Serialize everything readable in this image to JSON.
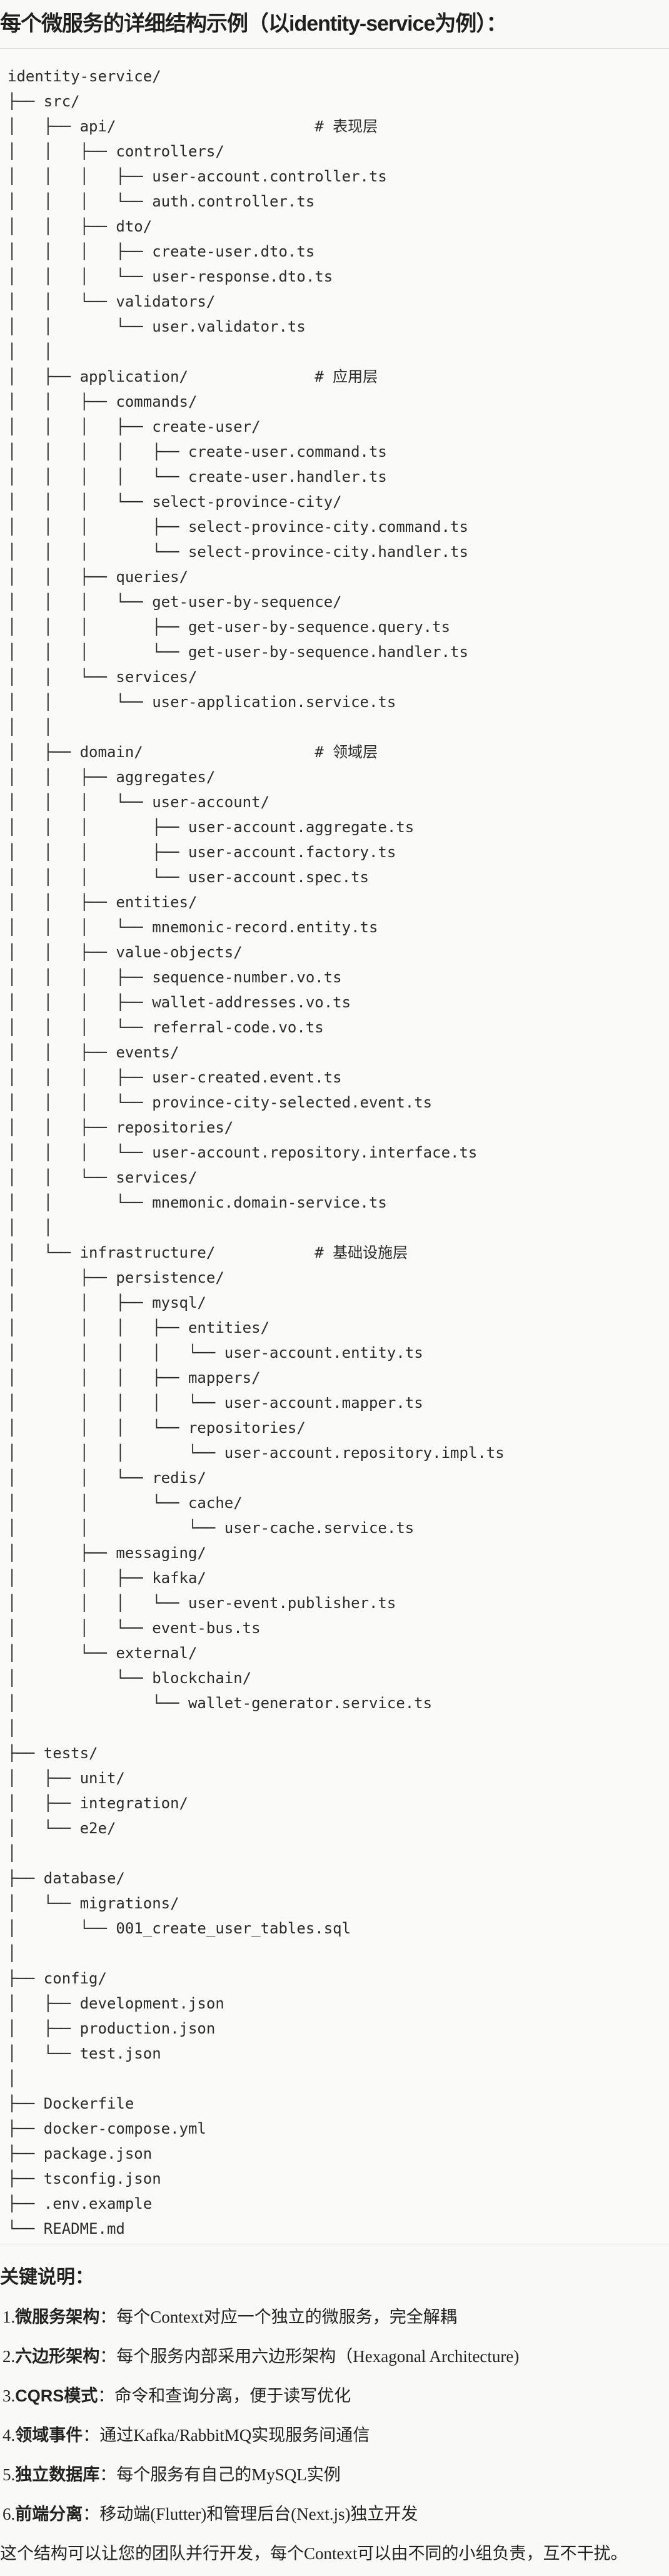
{
  "title": "每个微服务的详细结构示例（以identity-service为例）：",
  "tree_lines": [
    "identity-service/",
    "├── src/",
    "│   ├── api/                      # 表现层",
    "│   │   ├── controllers/",
    "│   │   │   ├── user-account.controller.ts",
    "│   │   │   └── auth.controller.ts",
    "│   │   ├── dto/",
    "│   │   │   ├── create-user.dto.ts",
    "│   │   │   └── user-response.dto.ts",
    "│   │   └── validators/",
    "│   │       └── user.validator.ts",
    "│   │",
    "│   ├── application/              # 应用层",
    "│   │   ├── commands/",
    "│   │   │   ├── create-user/",
    "│   │   │   │   ├── create-user.command.ts",
    "│   │   │   │   └── create-user.handler.ts",
    "│   │   │   └── select-province-city/",
    "│   │   │       ├── select-province-city.command.ts",
    "│   │   │       └── select-province-city.handler.ts",
    "│   │   ├── queries/",
    "│   │   │   └── get-user-by-sequence/",
    "│   │   │       ├── get-user-by-sequence.query.ts",
    "│   │   │       └── get-user-by-sequence.handler.ts",
    "│   │   └── services/",
    "│   │       └── user-application.service.ts",
    "│   │",
    "│   ├── domain/                   # 领域层",
    "│   │   ├── aggregates/",
    "│   │   │   └── user-account/",
    "│   │   │       ├── user-account.aggregate.ts",
    "│   │   │       ├── user-account.factory.ts",
    "│   │   │       └── user-account.spec.ts",
    "│   │   ├── entities/",
    "│   │   │   └── mnemonic-record.entity.ts",
    "│   │   ├── value-objects/",
    "│   │   │   ├── sequence-number.vo.ts",
    "│   │   │   ├── wallet-addresses.vo.ts",
    "│   │   │   └── referral-code.vo.ts",
    "│   │   ├── events/",
    "│   │   │   ├── user-created.event.ts",
    "│   │   │   └── province-city-selected.event.ts",
    "│   │   ├── repositories/",
    "│   │   │   └── user-account.repository.interface.ts",
    "│   │   └── services/",
    "│   │       └── mnemonic.domain-service.ts",
    "│   │",
    "│   └── infrastructure/           # 基础设施层",
    "│       ├── persistence/",
    "│       │   ├── mysql/",
    "│       │   │   ├── entities/",
    "│       │   │   │   └── user-account.entity.ts",
    "│       │   │   ├── mappers/",
    "│       │   │   │   └── user-account.mapper.ts",
    "│       │   │   └── repositories/",
    "│       │   │       └── user-account.repository.impl.ts",
    "│       │   └── redis/",
    "│       │       └── cache/",
    "│       │           └── user-cache.service.ts",
    "│       ├── messaging/",
    "│       │   ├── kafka/",
    "│       │   │   └── user-event.publisher.ts",
    "│       │   └── event-bus.ts",
    "│       └── external/",
    "│           └── blockchain/",
    "│               └── wallet-generator.service.ts",
    "│",
    "├── tests/",
    "│   ├── unit/",
    "│   ├── integration/",
    "│   └── e2e/",
    "│",
    "├── database/",
    "│   └── migrations/",
    "│       └── 001_create_user_tables.sql",
    "│",
    "├── config/",
    "│   ├── development.json",
    "│   ├── production.json",
    "│   └── test.json",
    "│",
    "├── Dockerfile",
    "├── docker-compose.yml",
    "├── package.json",
    "├── tsconfig.json",
    "├── .env.example",
    "└── README.md"
  ],
  "notes": {
    "heading": "关键说明：",
    "items": [
      {
        "num": "1.",
        "term": "微服务架构",
        "sep": "：",
        "text": "每个Context对应一个独立的微服务，完全解耦"
      },
      {
        "num": "2.",
        "term": "六边形架构",
        "sep": "：",
        "text": "每个服务内部采用六边形架构（Hexagonal Architecture)"
      },
      {
        "num": "3.",
        "term": "CQRS模式",
        "sep": "：",
        "text": "命令和查询分离，便于读写优化"
      },
      {
        "num": "4.",
        "term": "领域事件",
        "sep": "：",
        "text": "通过Kafka/RabbitMQ实现服务间通信"
      },
      {
        "num": "5.",
        "term": "独立数据库",
        "sep": "：",
        "text": "每个服务有自己的MySQL实例"
      },
      {
        "num": "6.",
        "term": "前端分离",
        "sep": "：",
        "text": "移动端(Flutter)和管理后台(Next.js)独立开发"
      }
    ],
    "summary": "这个结构可以让您的团队并行开发，每个Context可以由不同的小组负责，互不干扰。"
  }
}
